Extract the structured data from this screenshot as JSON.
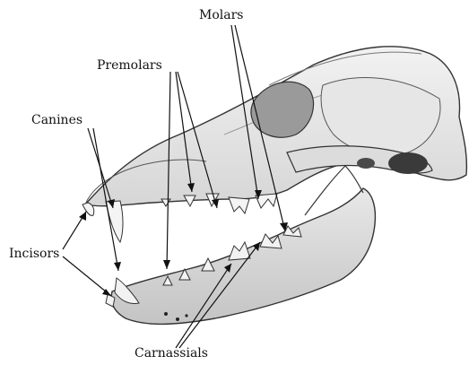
{
  "figure": {
    "labels": {
      "molars": "Molars",
      "premolars": "Premolars",
      "canines": "Canines",
      "incisors": "Incisors",
      "carnassials": "Carnassials"
    }
  },
  "colors": {
    "background": "#ffffff",
    "ink": "#111111",
    "bone_light": "#ededed",
    "bone_mid": "#cfcfcf",
    "bone_dark": "#8f8f8f",
    "shadow": "#555555"
  }
}
